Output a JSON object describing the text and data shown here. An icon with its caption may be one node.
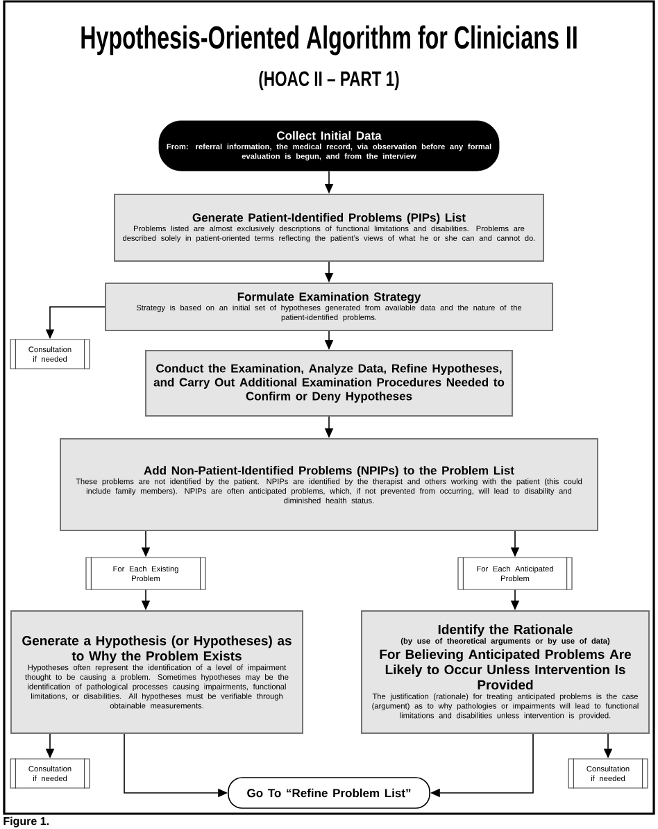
{
  "diagram": {
    "title": "Hypothesis-Oriented Algorithm for Clinicians II",
    "nodes": [
      {
        "text": [
          "Collect Initial Data",
          "From: referral information, the medical record, via observation before any formal evaluation is begun, and from the interview"
        ]
      },
      {
        "text": [
          "Generate Patient-Identified Problems (PIPs) List",
          "Problems listed are almost exclusively descriptions of functional limitations and disabilities. Problems are described solely in patient-oriented terms reflecting the patient’s views of what he or she can and cannot do."
        ]
      },
      {
        "text": [
          "Formulate Examination Strategy",
          "Strategy is based on an initial set of hypotheses generated from available data and the nature of the patient-identified problems."
        ]
      },
      {
        "text": [
          "Consultation if needed"
        ]
      },
      {
        "text": [
          "Conduct the Examination, Analyze Data, Refine Hypotheses, and Carry Out Additional Examination Procedures Needed to Confirm or Deny Hypotheses"
        ]
      },
      {
        "text": [
          "Add Non-Patient-Identified Problems (NPIPs) to the Problem List",
          "These problems are not identified by the patient. NPIPs are identified by the therapist and others working with the patient (this could include family members). NPIPs are often anticipated problems, which, if not prevented from occurring, will lead to disability and diminished health status."
        ]
      },
      {
        "text": [
          "For Each Existing Problem"
        ]
      },
      {
        "text": [
          "For Each Anticipated Problem"
        ]
      },
      {
        "text": [
          "Generate a Hypothesis (or Hypotheses) as to Why the Problem Exists",
          "Hypotheses often represent the identification of a level of impairment thought to be causing a problem. Sometimes hypotheses may be the identification of pathological processes causing impairments, functional limitations, or disabilities. All hypotheses must be verifiable through obtainable measurements."
        ]
      },
      {
        "text": [
          "Identify the Rationale",
          "(by use of theoretical arguments or by use of data)",
          "For Believing Anticipated Problems Are Likely to Occur Unless Intervention Is Provided",
          "The justification (rationale) for treating anticipated problems is the case (argument) as to why pathologies or impairments will lead to functional limitations and disabilities unless intervention is provided."
        ]
      },
      {
        "text": [
          "Consultation if needed"
        ]
      },
      {
        "text": [
          "Go To “Refine Problem List”"
        ]
      },
      {
        "text": [
          "Consultation if needed"
        ]
      }
    ],
    "edges": [
      {
        "from": 0,
        "to": 1,
        "arrow": "to"
      },
      {
        "from": 1,
        "to": 2,
        "arrow": "to"
      },
      {
        "from": 2,
        "to": 3,
        "arrow": "to"
      },
      {
        "from": 2,
        "to": 4,
        "arrow": "to"
      },
      {
        "from": 4,
        "to": 5,
        "arrow": "to"
      },
      {
        "from": 5,
        "to": 6,
        "arrow": "to"
      },
      {
        "from": 5,
        "to": 7,
        "arrow": "to"
      },
      {
        "from": 6,
        "to": 8,
        "arrow": "to"
      },
      {
        "from": 7,
        "to": 9,
        "arrow": "to"
      },
      {
        "from": 8,
        "to": 10,
        "arrow": "to"
      },
      {
        "from": 8,
        "to": 11,
        "arrow": "to"
      },
      {
        "from": 9,
        "to": 11,
        "arrow": "to"
      },
      {
        "from": 9,
        "to": 12,
        "arrow": "to"
      }
    ],
    "labels": [
      "(HOAC II – PART 1)",
      "Figure 1."
    ]
  }
}
